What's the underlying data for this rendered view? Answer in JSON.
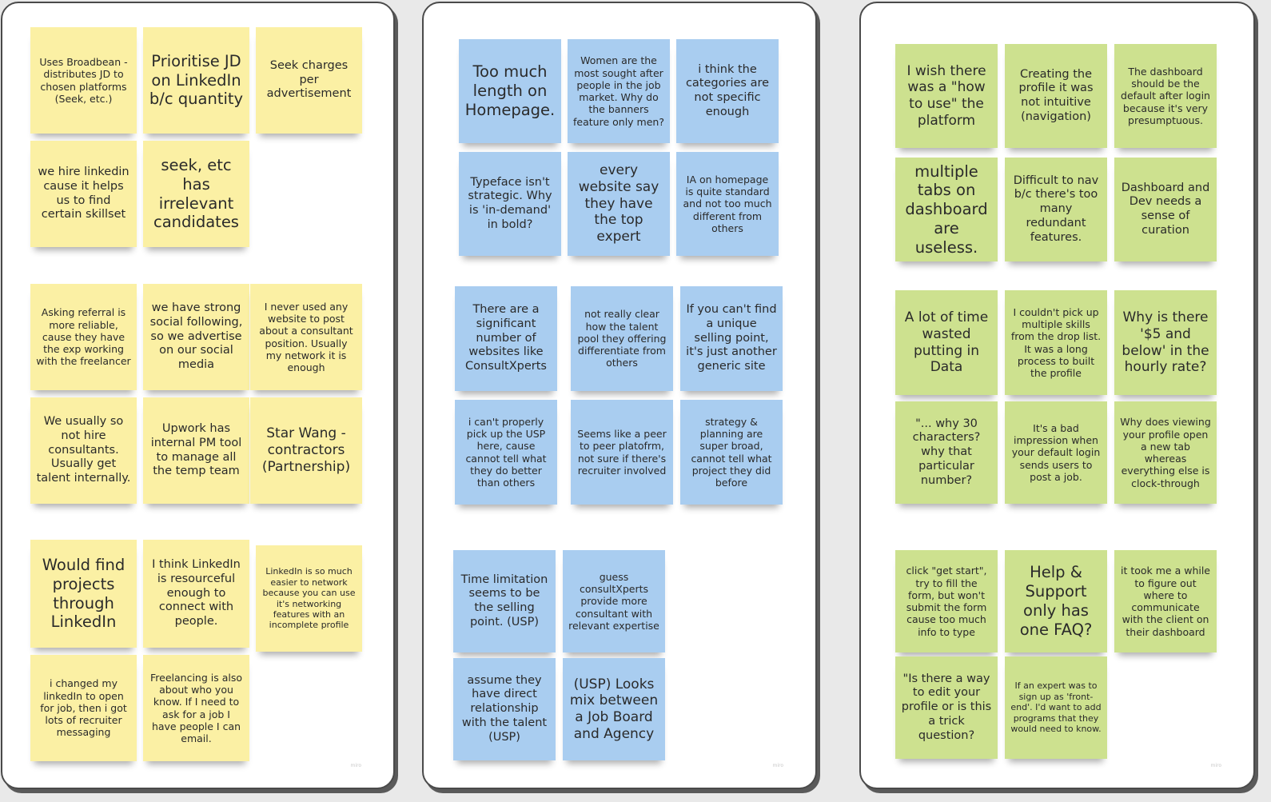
{
  "boards": [
    {
      "name": "board-1",
      "color": "#fbf0a4",
      "notes": [
        "Uses Broadbean - distributes JD to chosen platforms (Seek, etc.)",
        "Prioritise JD on LinkedIn b/c quantity",
        "Seek charges per advertisement",
        "we hire linkedin cause it helps us to find certain skillset",
        "seek, etc has irrelevant candidates",
        "Asking referral is more reliable, cause they have the exp working with the freelancer",
        "we have strong social following, so we advertise on our social media",
        "I never used any website to post about a consultant position. Usually my network it is enough",
        "We usually so not hire consultants. Usually get talent internally.",
        "Upwork has internal PM tool to manage all the temp team",
        "Star Wang - contractors (Partnership)",
        "Would find projects through LinkedIn",
        "I think LinkedIn is resourceful enough to connect with people.",
        "LinkedIn is so much easier to network because you can use it's networking features with an incomplete profile",
        "i changed my linkedIn to open for job, then i got lots of recruiter messaging",
        "Freelancing is also about who you know. If I need to ask for a job I have people I can email."
      ],
      "watermark": "miro"
    },
    {
      "name": "board-2",
      "color": "#a9cdf0",
      "notes": [
        "Too much length on Homepage.",
        "Women are the most sought after people in the job market. Why do the banners feature only men?",
        "i think the categories are not specific enough",
        "Typeface isn't strategic. Why is 'in-demand' in bold?",
        "every website say they have the top expert",
        "IA on homepage is quite standard and not too much different from others",
        "There are a significant number of websites like ConsultXperts",
        "not really clear how the talent pool they offering differentiate from others",
        "If you can't find a unique selling point, it's just another generic site",
        "i can't properly pick up the USP here, cause cannot tell what they do better than others",
        "Seems like a peer to peer platofrm, not sure if there's recruiter involved",
        "strategy & planning are super broad, cannot tell what project they did before",
        "Time limitation seems to be the selling point. (USP)",
        "guess consultXperts provide more consultant with relevant expertise",
        "assume they have direct relationship with the talent (USP)",
        "(USP) Looks mix between a Job Board and Agency"
      ],
      "watermark": "miro"
    },
    {
      "name": "board-3",
      "color": "#cde18f",
      "notes": [
        "I wish there was a \"how to use\" the platform",
        "Creating the profile it was not intuitive (navigation)",
        "The dashboard should be the default after login because it's very presumptuous.",
        "multiple tabs on dashboard are useless.",
        "Difficult to nav b/c there's too many redundant features.",
        "Dashboard and Dev needs a sense of curation",
        "A lot of time wasted putting in Data",
        "I couldn't pick up multiple skills from the drop list. It was a long process to built the profile",
        "Why is there '$5 and below' in the hourly rate?",
        "\"... why 30 characters? why that particular number?",
        "It's a bad impression when your default login sends users to post a job.",
        "Why does viewing your profile open a new tab whereas everything else is clock-through",
        "click \"get start\", try to fill the form, but won't submit the form cause too much info to type",
        "Help & Support only has one FAQ?",
        "it took me a while to figure out where to communicate with the client on their dashboard",
        "\"Is there a way to edit your profile or is this a trick question?",
        "If an expert was to sign up as 'front-end'. I'd want to add programs that they would need to know."
      ],
      "watermark": "miro"
    }
  ]
}
